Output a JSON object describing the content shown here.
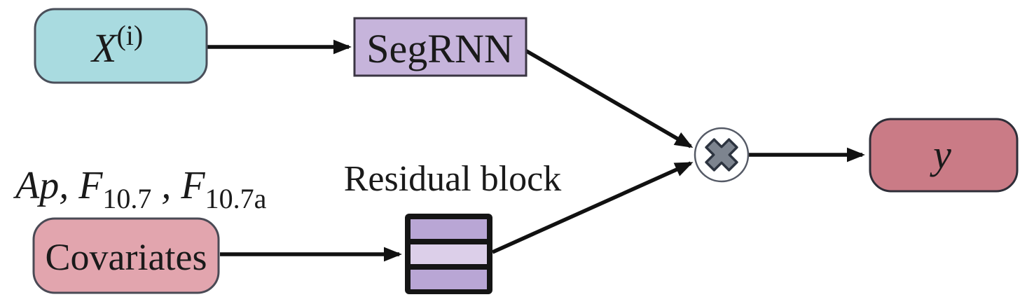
{
  "diagram": {
    "type": "flow-diagram",
    "description": "SegRNN model architecture with covariates and residual block feeding a multiplication node",
    "nodes": {
      "input": {
        "main": "X",
        "sup": "(i)"
      },
      "segrnn": {
        "label": "SegRNN"
      },
      "covariates": {
        "label": "Covariates"
      },
      "covariates_expr": {
        "t1": "Ap, F",
        "s1": "10.7",
        "t2": " , F",
        "s2": "10.7a"
      },
      "residual": {
        "label": "Residual block"
      },
      "multiply": {
        "symbol": "multiplication-cross"
      },
      "output": {
        "label": "y"
      }
    },
    "edges": [
      {
        "from": "input",
        "to": "segrnn"
      },
      {
        "from": "segrnn",
        "to": "multiply"
      },
      {
        "from": "covariates",
        "to": "residual"
      },
      {
        "from": "residual",
        "to": "multiply"
      },
      {
        "from": "multiply",
        "to": "output"
      }
    ],
    "colors": {
      "input_fill": "#a9dbe0",
      "segrnn_fill": "#c6b4db",
      "covariates_fill": "#e2a5ae",
      "output_fill": "#ca7b86",
      "residual_frame": "#151515",
      "residual_dark": "#b9a6d5",
      "residual_light": "#dccfe9",
      "circle_fill": "#ffffff",
      "circle_stroke": "#555a66",
      "cross_fill": "#7d848f",
      "cross_stroke": "#2d3440",
      "arrow": "#111111"
    }
  }
}
